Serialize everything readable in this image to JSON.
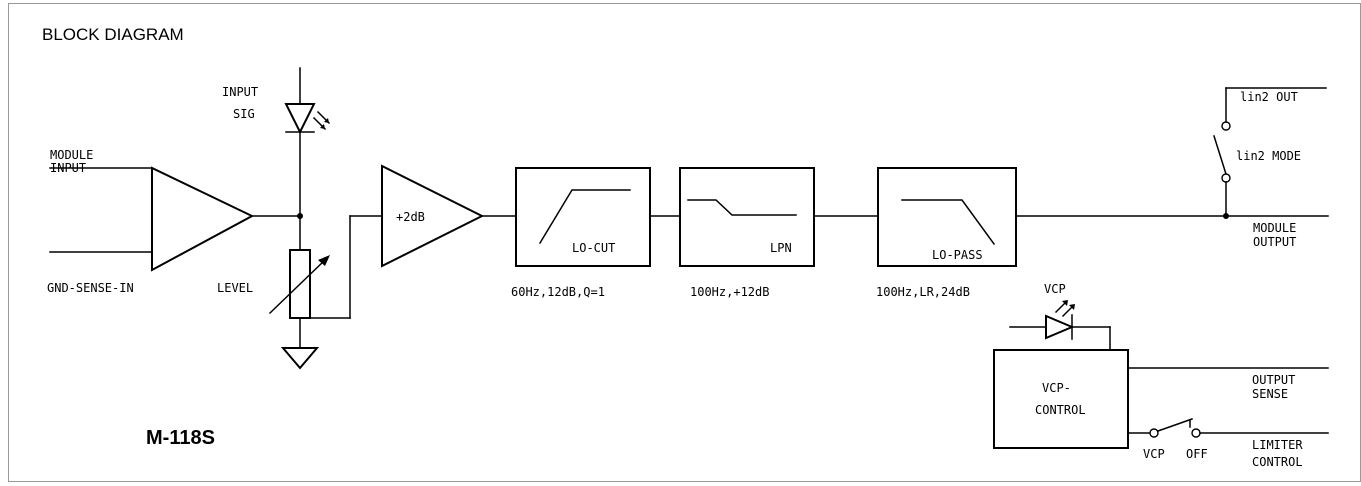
{
  "title": "BLOCK DIAGRAM",
  "model": "M-118S",
  "labels": {
    "module_input_1": "MODULE",
    "module_input_2": "INPUT",
    "gnd_sense_in": "GND-SENSE-IN",
    "input_sig_1": "INPUT",
    "input_sig_2": "SIG",
    "level": "LEVEL",
    "gain": "+2dB",
    "lo_cut": "LO-CUT",
    "lo_cut_spec": "60Hz,12dB,Q=1",
    "lpn": "LPN",
    "lpn_spec": "100Hz,+12dB",
    "lo_pass": "LO-PASS",
    "lo_pass_spec": "100Hz,LR,24dB",
    "lin2_out": "lin2 OUT",
    "lin2_mode": "lin2 MODE",
    "module_output_1": "MODULE",
    "module_output_2": "OUTPUT",
    "vcp_led": "VCP",
    "vcp_control_1": "VCP-",
    "vcp_control_2": "CONTROL",
    "output_sense_1": "OUTPUT",
    "output_sense_2": "SENSE",
    "vcp_switch": "VCP",
    "off_switch": "OFF",
    "limiter_control_1": "LIMITER",
    "limiter_control_2": "CONTROL"
  }
}
